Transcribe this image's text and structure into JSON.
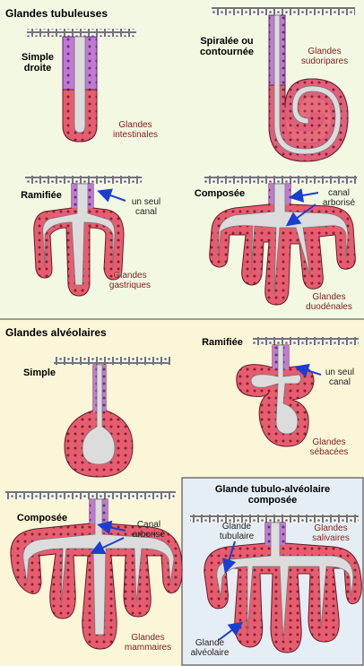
{
  "colors": {
    "top_bg": "#f2f8e2",
    "alv_bg": "#fcf6d8",
    "compound_bg": "#e6eef5",
    "epithelium_purple": "#c27ad6",
    "epithelium_pink": "#e35b6e",
    "lumen": "#dfe0e0",
    "label_text": "#7a1c10",
    "arrow": "#1a3fd0"
  },
  "sections": {
    "tubular_title": "Glandes tubuleuses",
    "alveolar_title": "Glandes alvéolaires"
  },
  "labels": {
    "simple_straight": "Simple\ndroite",
    "intestinal": "Glandes\nintestinales",
    "spiral": "Spiralée ou\ncontournée",
    "sweat": "Glandes\nsudoripares",
    "branched": "Ramifiée",
    "single_duct": "un seul\ncanal",
    "gastric": "Glandes\ngastriques",
    "compound": "Composée",
    "branched_duct": "canal\narborisé",
    "duodenal": "Glandes\nduodénales",
    "alv_simple": "Simple",
    "alv_branched": "Ramifiée",
    "alv_single_duct": "un seul\ncanal",
    "sebaceous": "Glandes\nsébacées",
    "alv_compound": "Composée",
    "alv_branched_duct": "Canal\narborisé",
    "mammary": "Glandes\nmammaires",
    "tubuloalveolar_title": "Glande tubulo-alvéolaire\ncomposée",
    "tubular_gland": "Glande\ntubulaire",
    "salivary": "Glandes\nsalivaires",
    "alveolar_gland": "Glande\nalvéolaire"
  }
}
